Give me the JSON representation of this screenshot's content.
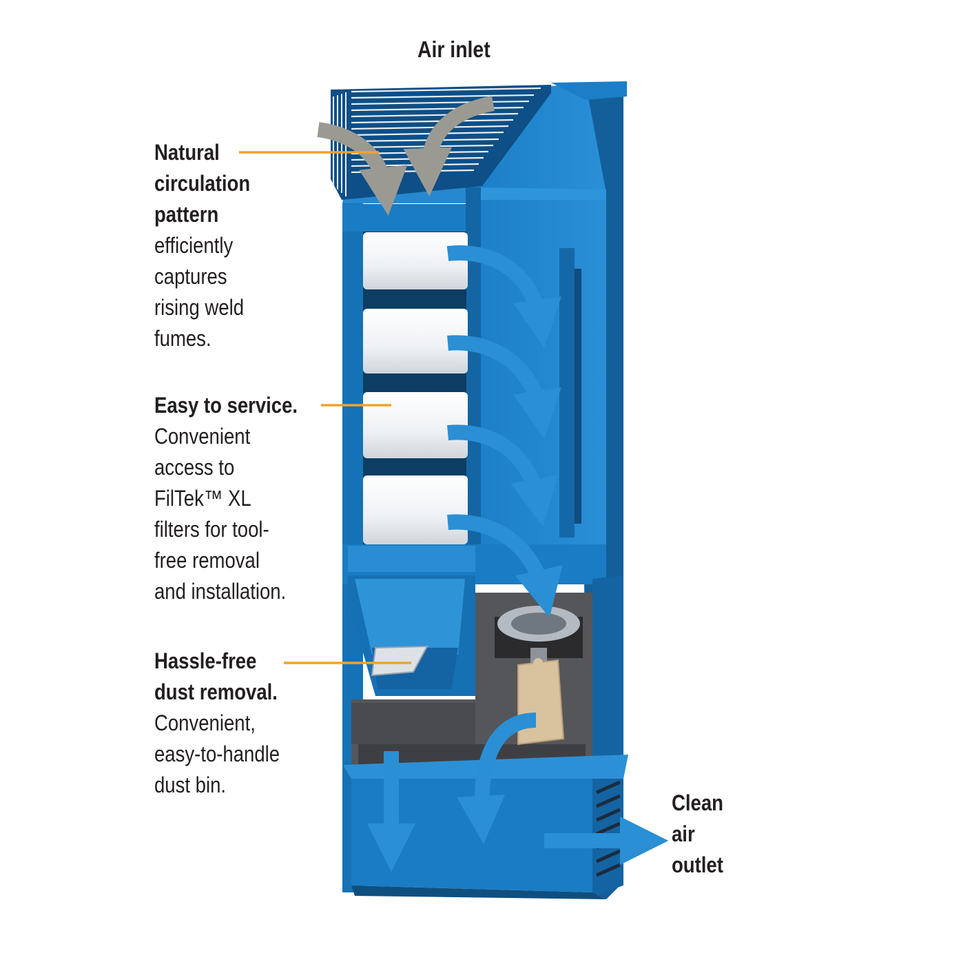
{
  "inlet_label": "Air inlet",
  "outlet_label": [
    "Clean",
    "air",
    "outlet"
  ],
  "callouts": [
    {
      "heading": [
        "Natural",
        "circulation",
        "pattern"
      ],
      "body": [
        "efficiently",
        "captures",
        "rising weld",
        "fumes."
      ]
    },
    {
      "heading": [
        "Easy to service."
      ],
      "body": [
        "Convenient",
        "access to",
        "FilTek™ XL",
        "filters for tool-",
        "free removal",
        "and installation."
      ]
    },
    {
      "heading": [
        "Hassle-free",
        "dust removal."
      ],
      "body": [
        "Convenient,",
        "easy-to-handle",
        "dust bin."
      ]
    }
  ],
  "colors": {
    "cabinet_blue": "#1a7cc4",
    "cabinet_dark": "#135f9a",
    "flow_arrow": "#2a8fd4",
    "inlet_arrow": "#9a9a93",
    "leader_line": "#f0a32a",
    "filter_white": "#f2f4f6",
    "dust_bin_tan": "#d9c29e"
  }
}
